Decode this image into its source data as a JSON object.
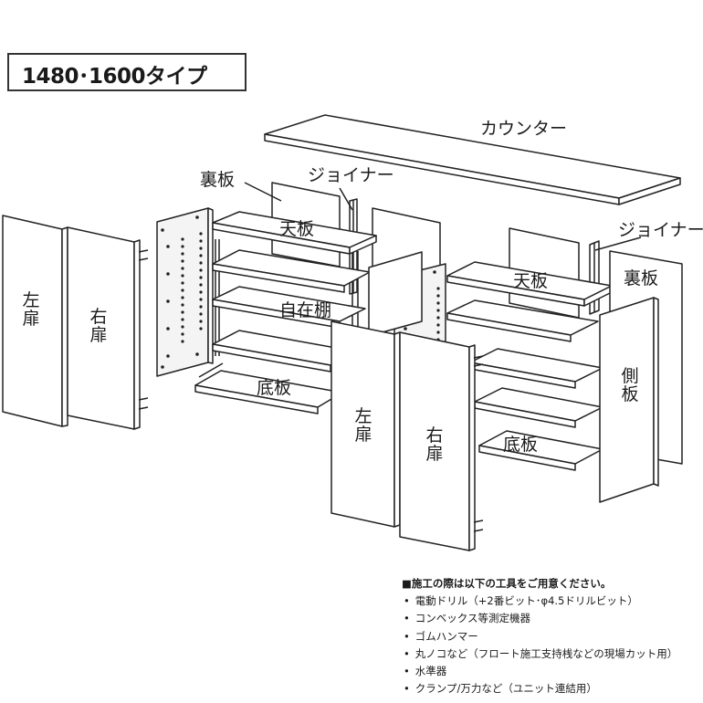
{
  "title": "1480･1600タイプ",
  "parts": {
    "counter": "カウンター",
    "joiner_left": "ジョイナー",
    "joiner_right": "ジョイナー",
    "back_left": "裏板",
    "back_right": "裏板",
    "top_left": "天板",
    "top_right": "天板",
    "adjustable_shelf": "自在棚",
    "bottom_left": "底板",
    "bottom_right": "底板",
    "left_door_1": "左扉",
    "right_door_1": "右扉",
    "left_door_2": "左扉",
    "right_door_2": "右扉",
    "side_panel": "側板"
  },
  "notes": {
    "heading": "■施工の際は以下の工具をご用意ください。",
    "items": [
      "電動ドリル（+2番ビット･φ4.5ドリルビット）",
      "コンベックス等測定機器",
      "ゴムハンマー",
      "丸ノコなど（フロート施工支持桟などの現場カット用）",
      "水準器",
      "クランプ/万力など（ユニット連結用）"
    ]
  }
}
